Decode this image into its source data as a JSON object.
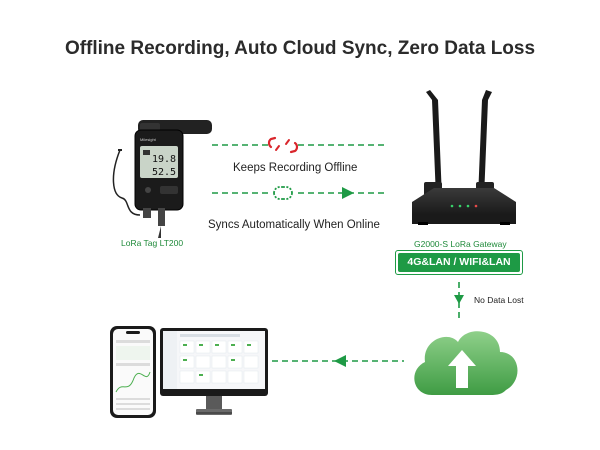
{
  "title": "Offline Recording, Auto Cloud Sync, Zero Data Loss",
  "device": {
    "label": "LoRa Tag LT200",
    "brand": "Milesight",
    "reading_top": "19.8",
    "reading_bottom": "52.5"
  },
  "flows": {
    "offline_label": "Keeps Recording Offline",
    "online_label": "Syncs Automatically When Online",
    "no_loss_label": "No Data Lost"
  },
  "gateway": {
    "label": "G2000-S LoRa Gateway",
    "badge": "4G&LAN / WIFI&LAN"
  },
  "colors": {
    "accent_green": "#1e9a45",
    "broken_link_red": "#d9262c",
    "cloud_green": "#4caf50"
  },
  "icons": {
    "broken_link": "broken-link-icon",
    "connected_link": "connected-link-icon",
    "cloud_upload": "cloud-upload-icon"
  }
}
